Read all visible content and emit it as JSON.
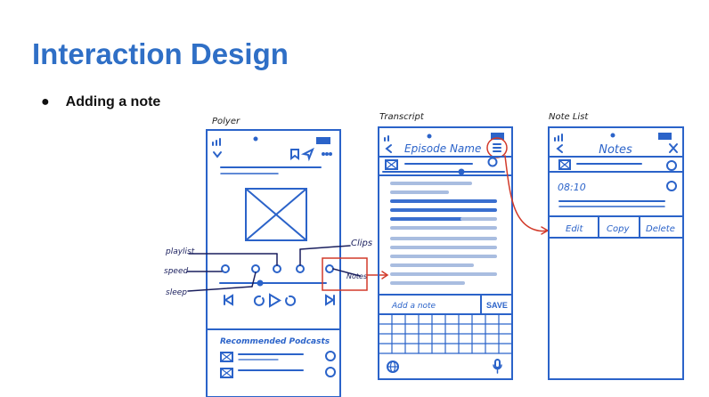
{
  "slide": {
    "title": "Interaction Design",
    "bullet": "Adding a note"
  },
  "frames": {
    "player": "Polyer",
    "transcript": "Transcript",
    "note_list": "Note List"
  },
  "player": {
    "recommended": "Recommended Podcasts",
    "annotations": {
      "playlist": "playlist",
      "speed": "speed",
      "sleep": "sleep",
      "clips": "Clips",
      "notes": "Notes"
    }
  },
  "transcript": {
    "header": "Episode  Name",
    "add_note_placeholder": "Add a note",
    "save_label": "SAVE"
  },
  "note_list": {
    "header": "Notes",
    "timestamp": "08:10",
    "actions": [
      "Edit",
      "Copy",
      "Delete"
    ]
  },
  "colors": {
    "title": "#2f6fc6",
    "sketch": "#2b63c9",
    "accent": "#d23a2a"
  }
}
